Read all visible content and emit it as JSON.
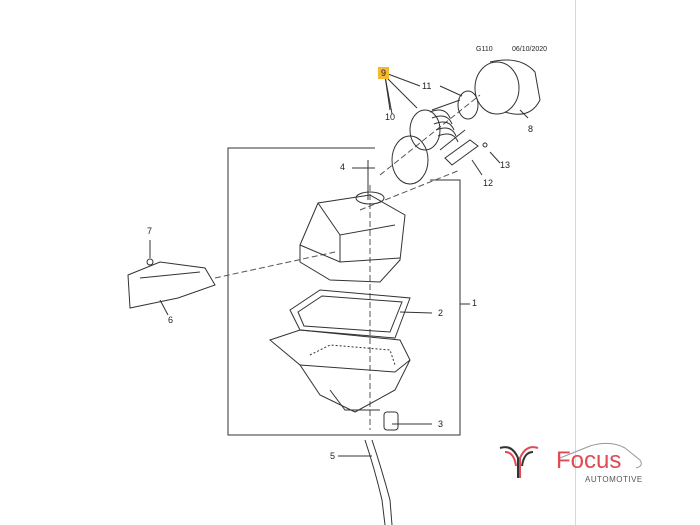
{
  "header": {
    "code": "G110",
    "date": "06/10/2020"
  },
  "callouts": [
    "1",
    "2",
    "3",
    "4",
    "5",
    "6",
    "7",
    "8",
    "9",
    "10",
    "11",
    "12",
    "13"
  ],
  "highlighted_callout": "9",
  "logo": {
    "name": "Focus",
    "subtitle": "AUTOMOTIVE",
    "colors": {
      "brand": "#e04a55",
      "dark": "#333333"
    }
  }
}
